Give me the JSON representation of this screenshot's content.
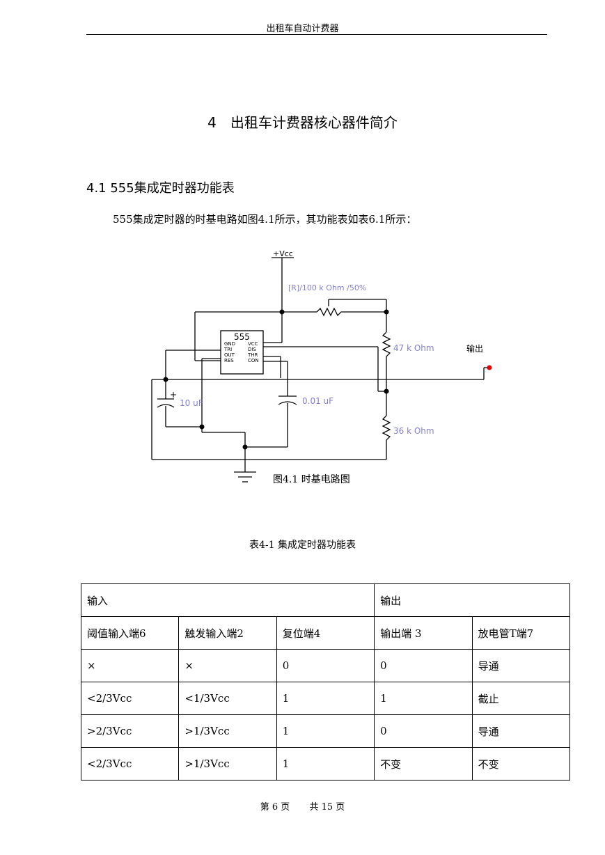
{
  "header": {
    "title": "出租车自动计费器"
  },
  "chapter": {
    "title": "4　出租车计费器核心器件简介"
  },
  "section": {
    "title": "4.1 555集成定时器功能表"
  },
  "body": {
    "paragraph": "555集成定时器的时基电路如图4.1所示，其功能表如表6.1所示："
  },
  "circuit": {
    "vcc_label": "+Vcc",
    "pot_label": "[R]/100 k Ohm /50%",
    "r1_label": "47 k Ohm",
    "r2_label": "36 k Ohm",
    "c1_label": "10 uF",
    "c2_label": "0.01 uF",
    "output_label": "输出",
    "ic_name": "555",
    "ic_pins_left": [
      "GND",
      "TRI",
      "OUT",
      "RES"
    ],
    "ic_pins_right": [
      "VCC",
      "DIS",
      "THR",
      "CON"
    ],
    "plus_sign": "+",
    "figure_caption": "图4.1 时基电路图",
    "colors": {
      "component_label": "#7f7fd8",
      "output_dot": "#e00000"
    }
  },
  "table": {
    "caption": "表4-1 集成定时器功能表",
    "group_headers": [
      "输入",
      "输出"
    ],
    "columns": [
      "阈值输入端6",
      "触发输入端2",
      "复位端4",
      "输出端 3",
      "放电管T端7"
    ],
    "rows": [
      [
        "×",
        "×",
        "0",
        "0",
        "导通"
      ],
      [
        "<2/3Vcc",
        "<1/3Vcc",
        "1",
        "1",
        "截止"
      ],
      [
        ">2/3Vcc",
        ">1/3Vcc",
        "1",
        "0",
        "导通"
      ],
      [
        "<2/3Vcc",
        ">1/3Vcc",
        "1",
        "不变",
        "不变"
      ]
    ]
  },
  "footer": {
    "page": "第 6 页",
    "total": "共 15 页"
  }
}
